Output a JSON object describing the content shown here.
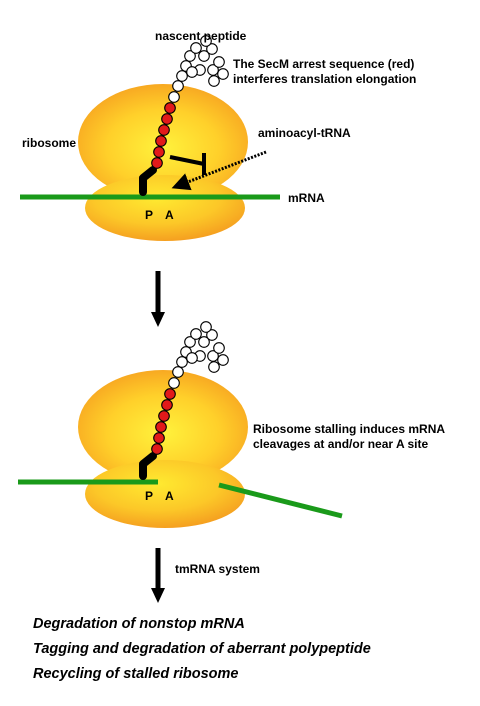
{
  "top": {
    "nascent_peptide": "nascent peptide",
    "secm_line1": "The SecM arrest sequence (red)",
    "secm_line2": "interferes translation elongation",
    "ribosome": "ribosome",
    "aminoacyl_trna": "aminoacyl-tRNA",
    "mrna": "mRNA",
    "site_p": "P",
    "site_a": "A"
  },
  "bottom": {
    "stall_line1": "Ribosome stalling induces mRNA",
    "stall_line2": "cleavages at and/or near A site",
    "site_p": "P",
    "site_a": "A",
    "tmrna": "tmRNA system"
  },
  "outcomes": [
    "Degradation of nonstop mRNA",
    "Tagging and degradation of aberrant polypeptide",
    "Recycling of stalled ribosome"
  ],
  "colors": {
    "ribosome_center": "#ffe23a",
    "ribosome_edge": "#f6a623",
    "mrna": "#1a9a1a",
    "arrest_residue": "#e21a1a",
    "peptide_residue": "#ffffff"
  }
}
